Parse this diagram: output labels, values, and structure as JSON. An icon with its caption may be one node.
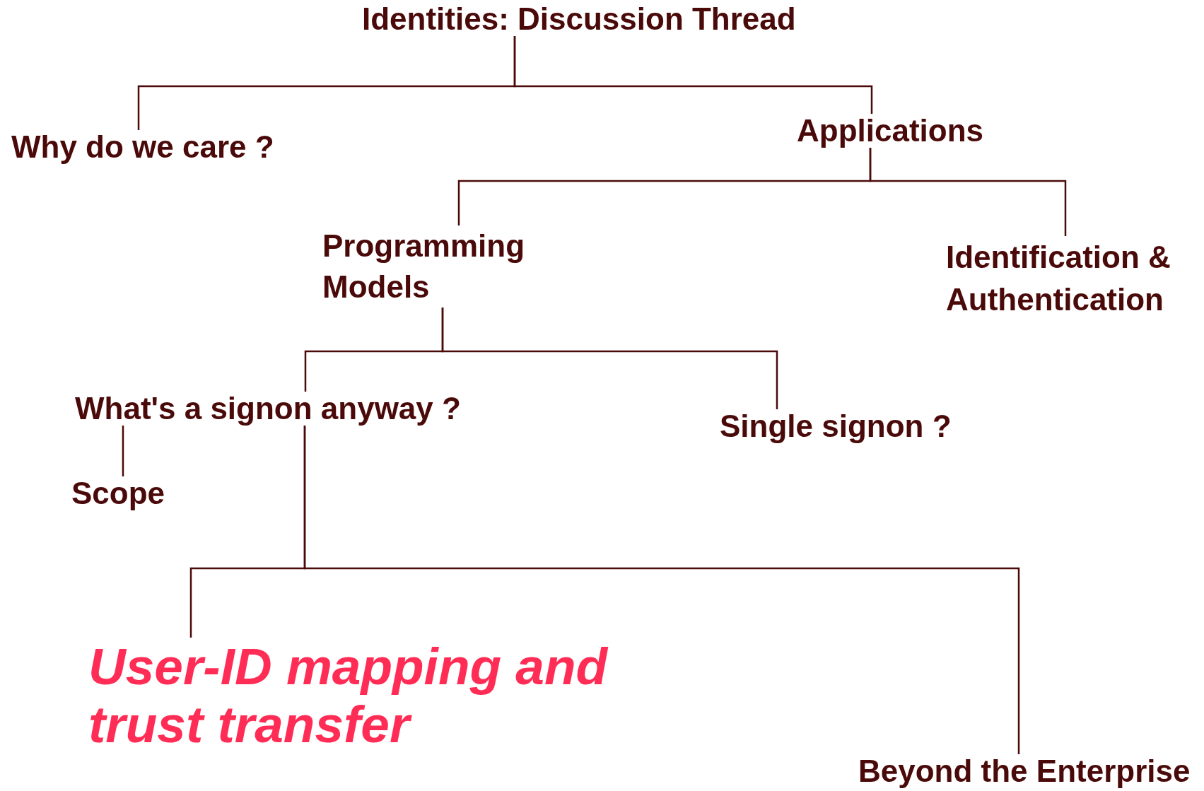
{
  "diagram": {
    "nodes": [
      {
        "text": [
          "Identities: Discussion Thread"
        ]
      },
      {
        "text": [
          "Why do we care ?"
        ]
      },
      {
        "text": [
          "Applications"
        ]
      },
      {
        "text": [
          "Programming Models"
        ]
      },
      {
        "text": [
          "Identification & Authentication"
        ]
      },
      {
        "text": [
          "What's a signon anyway ?"
        ]
      },
      {
        "text": [
          "Single signon ?"
        ]
      },
      {
        "text": [
          "Scope"
        ]
      },
      {
        "text": [
          "User-ID mapping and trust transfer"
        ]
      },
      {
        "text": [
          "Beyond the Enterprise"
        ]
      }
    ],
    "edges": [
      {
        "from": 0,
        "to": 1,
        "arrow": "none"
      },
      {
        "from": 0,
        "to": 2,
        "arrow": "none"
      },
      {
        "from": 2,
        "to": 3,
        "arrow": "none"
      },
      {
        "from": 2,
        "to": 4,
        "arrow": "none"
      },
      {
        "from": 3,
        "to": 5,
        "arrow": "none"
      },
      {
        "from": 3,
        "to": 6,
        "arrow": "none"
      },
      {
        "from": 5,
        "to": 7,
        "arrow": "none"
      },
      {
        "from": 5,
        "to": 8,
        "arrow": "none"
      },
      {
        "from": 5,
        "to": 9,
        "arrow": "none"
      }
    ]
  }
}
